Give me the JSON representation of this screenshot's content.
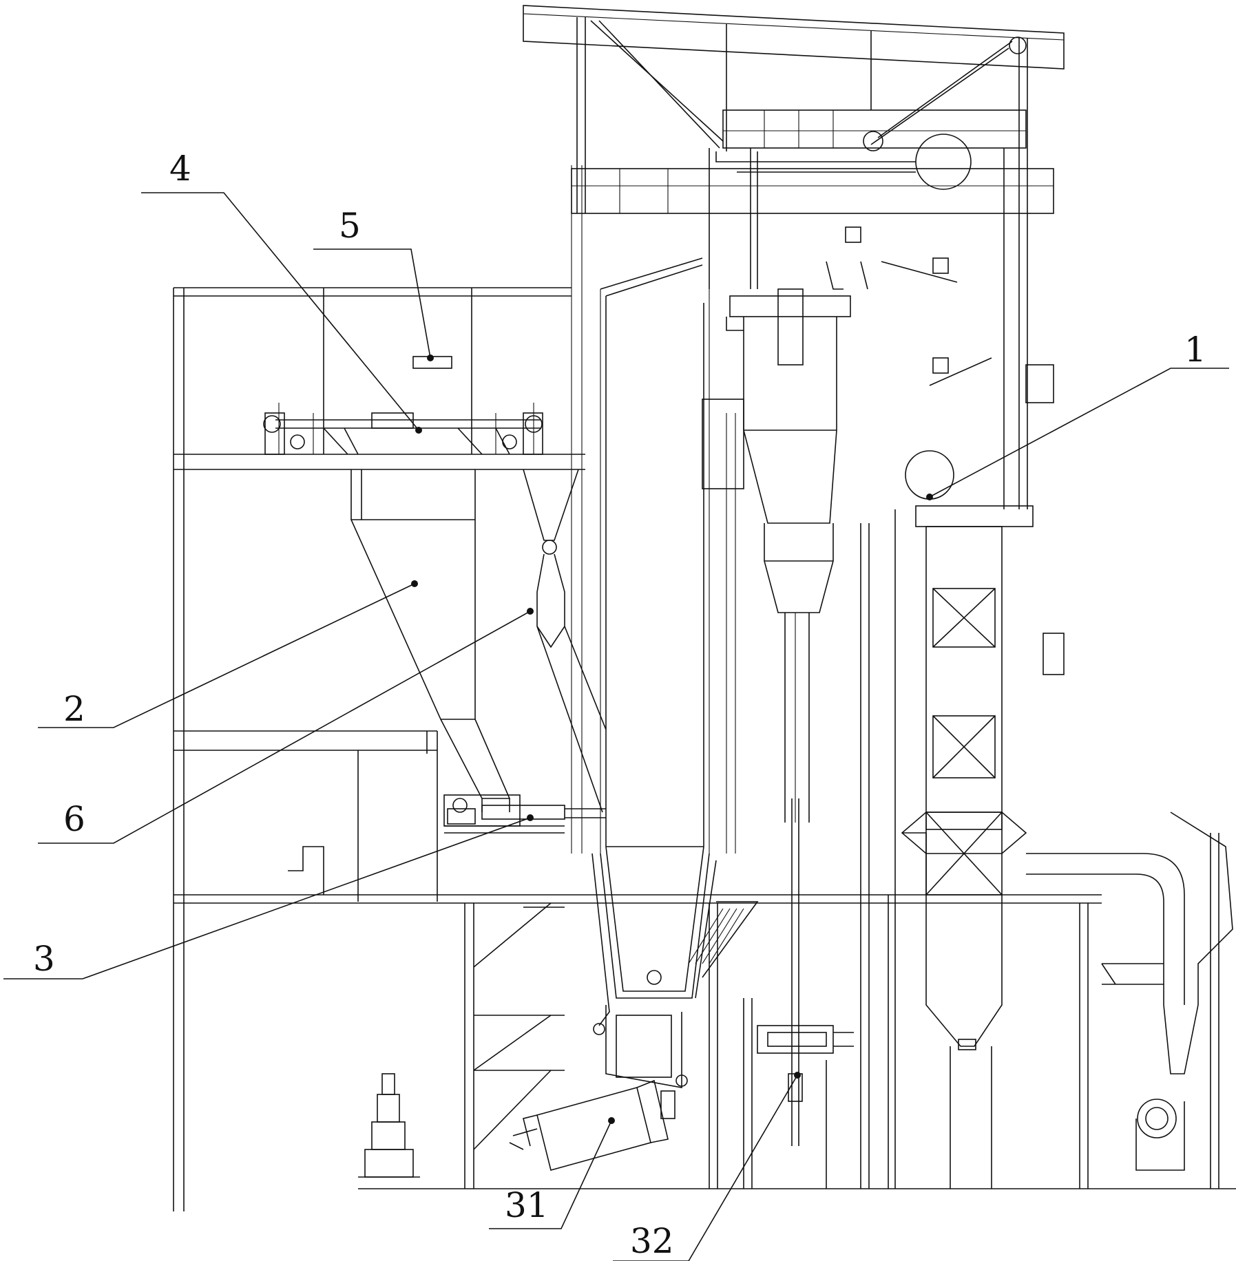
{
  "callouts": [
    {
      "id": "c1",
      "text": "1"
    },
    {
      "id": "c2",
      "text": "2"
    },
    {
      "id": "c3",
      "text": "3"
    },
    {
      "id": "c4",
      "text": "4"
    },
    {
      "id": "c5",
      "text": "5"
    },
    {
      "id": "c6",
      "text": "6"
    },
    {
      "id": "c31",
      "text": "31"
    },
    {
      "id": "c32",
      "text": "32"
    }
  ]
}
